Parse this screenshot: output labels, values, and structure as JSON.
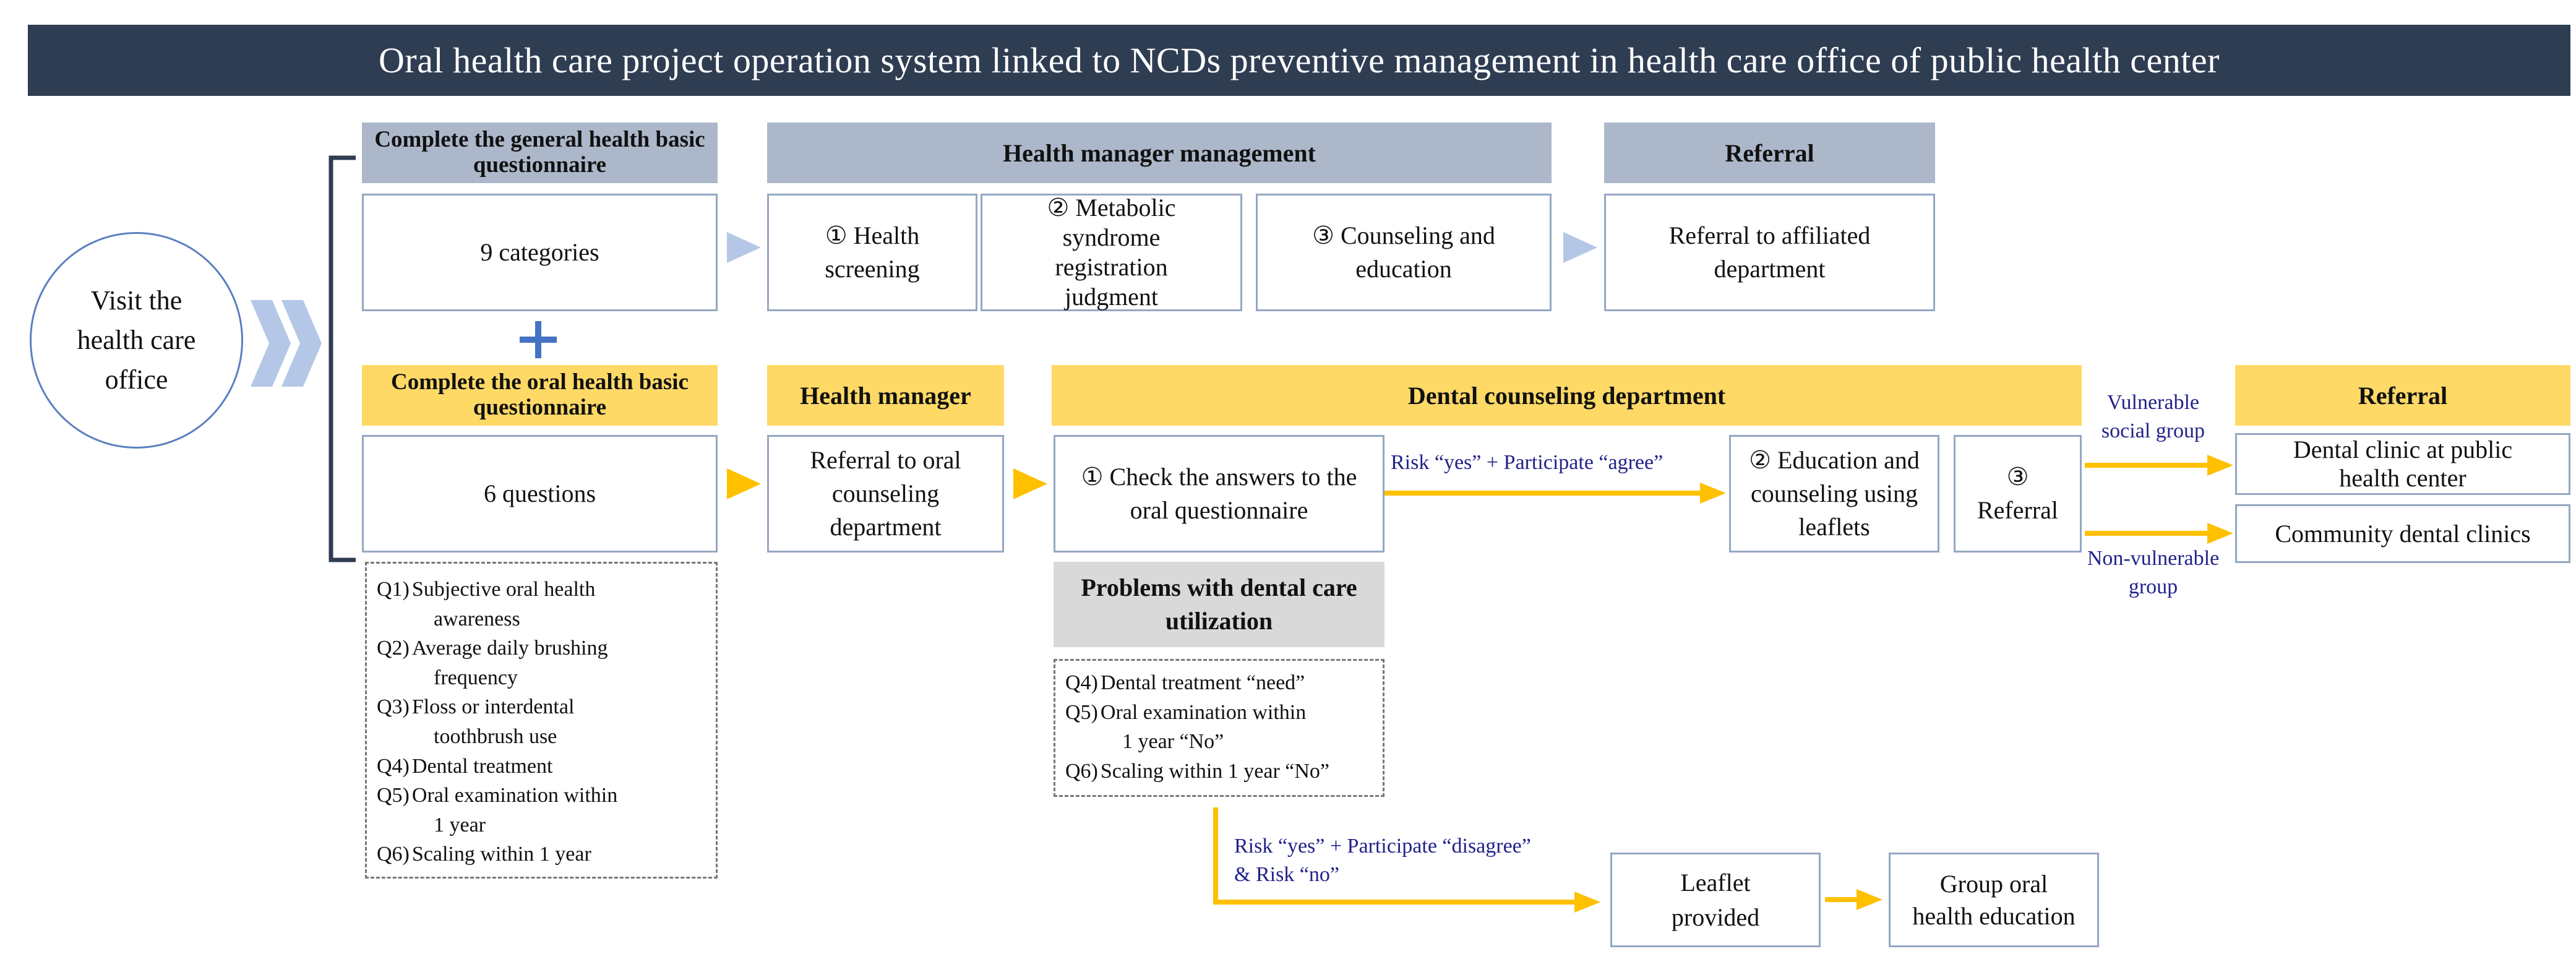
{
  "title": "Oral health care project operation system linked to NCDs preventive management in health care office of public health center",
  "visit": "Visit the health care office",
  "general": {
    "header": "Complete the general health basic questionnaire",
    "box": "9 categories"
  },
  "plus": "+",
  "oral": {
    "header": "Complete the oral health basic questionnaire",
    "box": "6 questions",
    "questions": [
      {
        "num": "Q1)",
        "text": "Subjective oral health",
        "cont": "awareness"
      },
      {
        "num": "Q2)",
        "text": "Average daily brushing",
        "cont": "frequency"
      },
      {
        "num": "Q3)",
        "text": "Floss or interdental",
        "cont": "toothbrush use"
      },
      {
        "num": "Q4)",
        "text": "Dental treatment",
        "cont": ""
      },
      {
        "num": "Q5)",
        "text": "Oral examination within",
        "cont": "1 year"
      },
      {
        "num": "Q6)",
        "text": "Scaling within 1 year",
        "cont": ""
      }
    ]
  },
  "health_manager_mgmt": {
    "header": "Health manager management",
    "step1": "① Health screening",
    "step2": "② Metabolic syndrome registration judgment",
    "step3": "③ Counseling and education"
  },
  "referral_top": {
    "header": "Referral",
    "box": "Referral to affiliated department"
  },
  "health_manager": {
    "header": "Health manager",
    "box": "Referral to oral counseling department"
  },
  "dental": {
    "header": "Dental counseling department",
    "step1": "① Check the answers to the oral questionnaire",
    "step2": "② Education and counseling using leaflets",
    "step3_num": "③",
    "step3": "Referral",
    "problems_header": "Problems with dental care utilization",
    "problems": [
      {
        "num": "Q4)",
        "text": "Dental treatment “need”",
        "cont": ""
      },
      {
        "num": "Q5)",
        "text": "Oral examination within",
        "cont": "1 year “No”"
      },
      {
        "num": "Q6)",
        "text": "Scaling within 1 year “No”",
        "cont": ""
      }
    ]
  },
  "risk_agree": "Risk “yes” + Participate “agree”",
  "risk_disagree_l1": "Risk “yes” + Participate “disagree”",
  "risk_disagree_l2": "& Risk “no”",
  "vulnerable": "Vulnerable social group",
  "non_vulnerable": "Non-vulnerable group",
  "referral_right": {
    "header": "Referral",
    "clinic1": "Dental clinic at public health center",
    "clinic2": "Community dental clinics"
  },
  "leaflet": "Leaflet provided",
  "group_edu": "Group oral health education",
  "colors": {
    "title_bg": "#2f3d52",
    "gray_header": "#acb8ca",
    "yellow_header": "#ffd966",
    "yellow_arrow": "#ffc000",
    "light_blue": "#b4c7e7",
    "blue_plus": "#4472c4"
  }
}
